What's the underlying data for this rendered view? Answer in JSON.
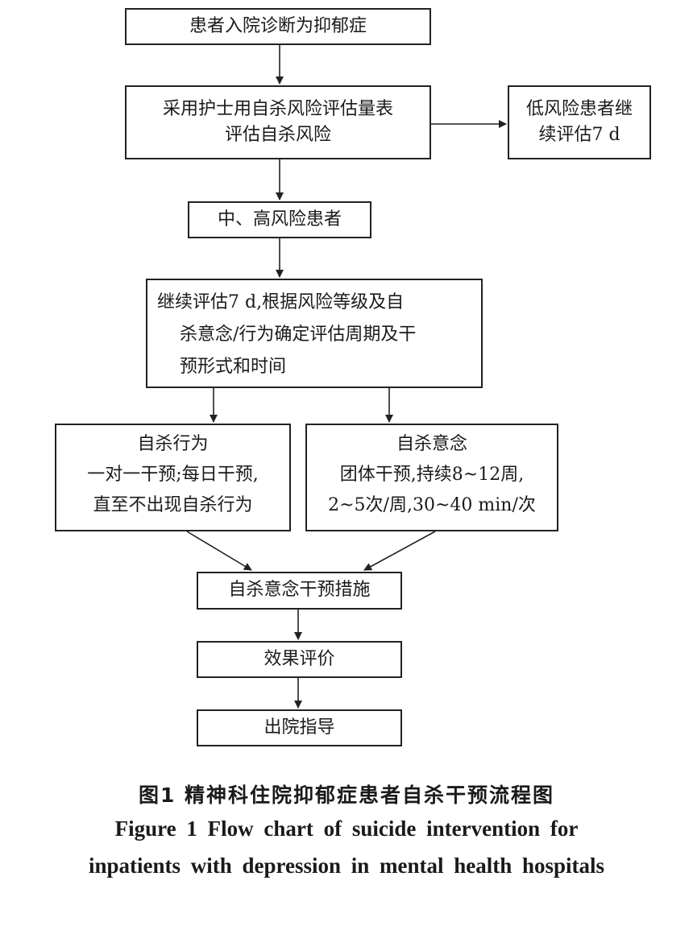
{
  "nodes": {
    "admission": "患者入院诊断为抑郁症",
    "assess": [
      "采用护士用自杀风险评估量表",
      "评估自杀风险"
    ],
    "low_risk": [
      "低风险患者继",
      "续评估7  d"
    ],
    "mid_high": "中、高风险患者",
    "continue": [
      "继续评估7  d,根据风险等级及自",
      "杀意念/行为确定评估周期及干",
      "预形式和时间"
    ],
    "behavior": {
      "title": "自杀行为",
      "lines": [
        "一对一干预;每日干预,",
        "直至不出现自杀行为"
      ]
    },
    "ideation": {
      "title": "自杀意念",
      "lines": [
        "团体干预,持续8~12周,",
        "2~5次/周,30~40  min/次"
      ]
    },
    "measures": "自杀意念干预措施",
    "evaluation": "效果评价",
    "discharge": "出院指导"
  },
  "caption": {
    "zh": "图1   精神科住院抑郁症患者自杀干预流程图",
    "en_line1": "Figure 1   Flow chart of suicide intervention for",
    "en_line2": "inpatients with depression in mental health hospitals"
  }
}
